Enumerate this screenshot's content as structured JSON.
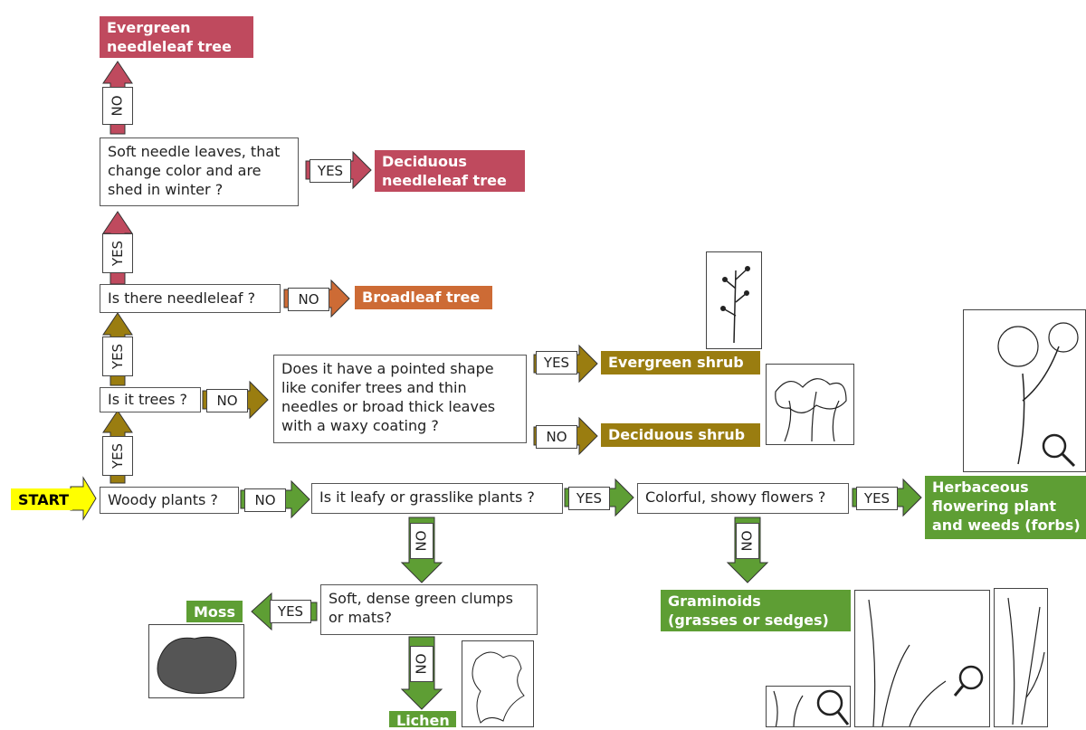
{
  "start": "START",
  "questions": {
    "woody": "Woody plants ?",
    "trees": "Is it trees ?",
    "needleleaf": "Is there needleleaf ?",
    "soft_needle": [
      "Soft needle leaves, that",
      "change color and are",
      "shed in winter ?"
    ],
    "pointed": [
      "Does it have a pointed shape",
      "like conifer trees and thin",
      "needles or broad thick leaves",
      "with a waxy coating ?"
    ],
    "leafy": "Is it leafy or grasslike plants ?",
    "colorful": "Colorful, showy flowers ?",
    "soft_clumps": [
      "Soft, dense green clumps",
      "or mats?"
    ]
  },
  "results": {
    "evergreen_needleleaf": [
      "Evergreen",
      "needleleaf tree"
    ],
    "deciduous_needleleaf": [
      "Deciduous",
      "needleleaf tree"
    ],
    "broadleaf": "Broadleaf tree",
    "evergreen_shrub": "Evergreen shrub",
    "deciduous_shrub": "Deciduous shrub",
    "herbaceous": [
      "Herbaceous",
      "flowering plant",
      "and weeds (forbs)"
    ],
    "graminoids": [
      "Graminoids",
      "(grasses or sedges)"
    ],
    "moss": "Moss",
    "lichen": "Lichen"
  },
  "labels": {
    "yes": "YES",
    "no": "NO"
  },
  "colors": {
    "red": "#bf4a5e",
    "orange": "#cd6b35",
    "olive": "#9a7d10",
    "green": "#5e9e34",
    "start": "#ffff00"
  }
}
